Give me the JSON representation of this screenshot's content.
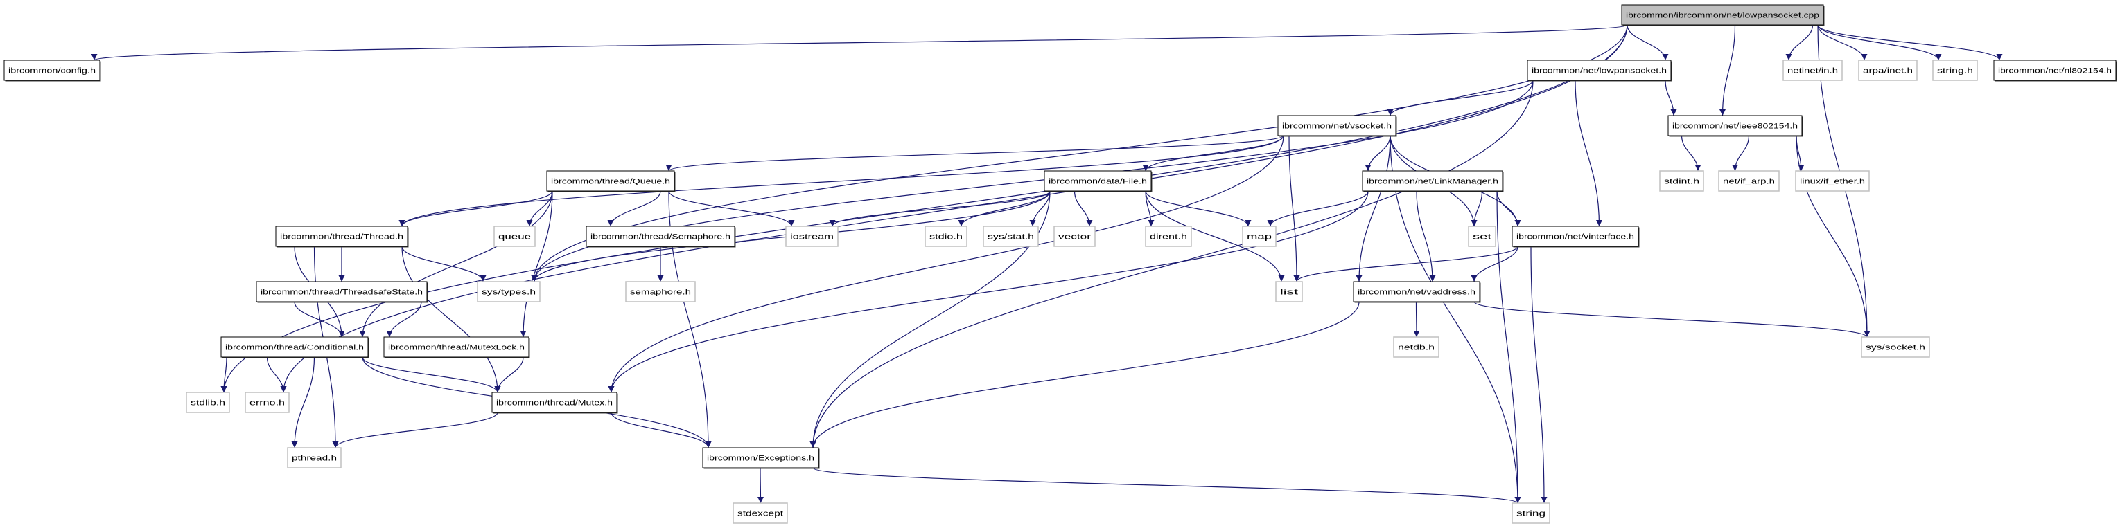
{
  "colors": {
    "edge": "#191970",
    "root_fill": "#bfbfbf",
    "documented_border": "#000000",
    "external_border": "#c0c0c0",
    "node_fill": "#ffffff"
  },
  "nodes": {
    "root": {
      "label": "ibrcommon/ibrcommon/net/lowpansocket.cpp",
      "kind": "root"
    },
    "config": {
      "label": "ibrcommon/config.h",
      "kind": "documented"
    },
    "lowpansocket_h": {
      "label": "ibrcommon/net/lowpansocket.h",
      "kind": "documented"
    },
    "netinet": {
      "label": "netinet/in.h",
      "kind": "external"
    },
    "arpa": {
      "label": "arpa/inet.h",
      "kind": "external"
    },
    "string_h": {
      "label": "string.h",
      "kind": "external"
    },
    "nl802154": {
      "label": "ibrcommon/net/nl802154.h",
      "kind": "documented"
    },
    "vsocket": {
      "label": "ibrcommon/net/vsocket.h",
      "kind": "documented"
    },
    "ieee": {
      "label": "ibrcommon/net/ieee802154.h",
      "kind": "documented"
    },
    "queue_h": {
      "label": "ibrcommon/thread/Queue.h",
      "kind": "documented"
    },
    "file": {
      "label": "ibrcommon/data/File.h",
      "kind": "documented"
    },
    "linkmgr": {
      "label": "ibrcommon/net/LinkManager.h",
      "kind": "documented"
    },
    "stdint": {
      "label": "stdint.h",
      "kind": "external"
    },
    "ifarp": {
      "label": "net/if_arp.h",
      "kind": "external"
    },
    "ifether": {
      "label": "linux/if_ether.h",
      "kind": "external"
    },
    "thread": {
      "label": "ibrcommon/thread/Thread.h",
      "kind": "documented"
    },
    "queue": {
      "label": "queue",
      "kind": "external"
    },
    "semaphore_h": {
      "label": "ibrcommon/thread/Semaphore.h",
      "kind": "documented"
    },
    "iostream": {
      "label": "iostream",
      "kind": "external"
    },
    "stdio": {
      "label": "stdio.h",
      "kind": "external"
    },
    "sysstat": {
      "label": "sys/stat.h",
      "kind": "external"
    },
    "vector": {
      "label": "vector",
      "kind": "external"
    },
    "dirent": {
      "label": "dirent.h",
      "kind": "external"
    },
    "map": {
      "label": "map",
      "kind": "external"
    },
    "set": {
      "label": "set",
      "kind": "external"
    },
    "vinterface": {
      "label": "ibrcommon/net/vinterface.h",
      "kind": "documented"
    },
    "threadsafe": {
      "label": "ibrcommon/thread/ThreadsafeState.h",
      "kind": "documented"
    },
    "systypes": {
      "label": "sys/types.h",
      "kind": "external"
    },
    "semaphore": {
      "label": "semaphore.h",
      "kind": "external"
    },
    "list": {
      "label": "list",
      "kind": "external"
    },
    "vaddress": {
      "label": "ibrcommon/net/vaddress.h",
      "kind": "documented"
    },
    "conditional": {
      "label": "ibrcommon/thread/Conditional.h",
      "kind": "documented"
    },
    "mutexlock": {
      "label": "ibrcommon/thread/MutexLock.h",
      "kind": "documented"
    },
    "netdb": {
      "label": "netdb.h",
      "kind": "external"
    },
    "syssocket": {
      "label": "sys/socket.h",
      "kind": "external"
    },
    "stdlib": {
      "label": "stdlib.h",
      "kind": "external"
    },
    "errno": {
      "label": "errno.h",
      "kind": "external"
    },
    "mutex": {
      "label": "ibrcommon/thread/Mutex.h",
      "kind": "documented"
    },
    "pthread": {
      "label": "pthread.h",
      "kind": "external"
    },
    "exceptions": {
      "label": "ibrcommon/Exceptions.h",
      "kind": "documented"
    },
    "stdexcept": {
      "label": "stdexcept",
      "kind": "external"
    },
    "string": {
      "label": "string",
      "kind": "external"
    }
  },
  "edges": [
    [
      "root",
      "config"
    ],
    [
      "root",
      "stdlib"
    ],
    [
      "root",
      "errno"
    ],
    [
      "root",
      "systypes"
    ],
    [
      "root",
      "lowpansocket_h"
    ],
    [
      "root",
      "ieee"
    ],
    [
      "root",
      "syssocket"
    ],
    [
      "root",
      "netinet"
    ],
    [
      "root",
      "arpa"
    ],
    [
      "root",
      "string_h"
    ],
    [
      "root",
      "nl802154"
    ],
    [
      "lowpansocket_h",
      "exceptions"
    ],
    [
      "lowpansocket_h",
      "vsocket"
    ],
    [
      "lowpansocket_h",
      "ieee"
    ],
    [
      "lowpansocket_h",
      "vinterface"
    ],
    [
      "lowpansocket_h",
      "systypes"
    ],
    [
      "ieee",
      "stdint"
    ],
    [
      "ieee",
      "ifarp"
    ],
    [
      "ieee",
      "ifether"
    ],
    [
      "ieee",
      "syssocket"
    ],
    [
      "vsocket",
      "thread"
    ],
    [
      "vsocket",
      "queue_h"
    ],
    [
      "vsocket",
      "file"
    ],
    [
      "vsocket",
      "linkmgr"
    ],
    [
      "vsocket",
      "list"
    ],
    [
      "vsocket",
      "set"
    ],
    [
      "vsocket",
      "vinterface"
    ],
    [
      "vsocket",
      "vaddress"
    ],
    [
      "vsocket",
      "string"
    ],
    [
      "vsocket",
      "mutex"
    ],
    [
      "queue_h",
      "thread"
    ],
    [
      "queue_h",
      "queue"
    ],
    [
      "queue_h",
      "semaphore_h"
    ],
    [
      "queue_h",
      "iostream"
    ],
    [
      "queue_h",
      "exceptions"
    ],
    [
      "queue_h",
      "conditional"
    ],
    [
      "queue_h",
      "mutexlock"
    ],
    [
      "thread",
      "threadsafe"
    ],
    [
      "thread",
      "conditional"
    ],
    [
      "thread",
      "systypes"
    ],
    [
      "thread",
      "mutex"
    ],
    [
      "thread",
      "pthread"
    ],
    [
      "threadsafe",
      "conditional"
    ],
    [
      "threadsafe",
      "mutexlock"
    ],
    [
      "semaphore_h",
      "semaphore"
    ],
    [
      "conditional",
      "stdlib"
    ],
    [
      "conditional",
      "errno"
    ],
    [
      "conditional",
      "pthread"
    ],
    [
      "conditional",
      "mutex"
    ],
    [
      "conditional",
      "exceptions"
    ],
    [
      "mutexlock",
      "mutex"
    ],
    [
      "mutex",
      "pthread"
    ],
    [
      "mutex",
      "exceptions"
    ],
    [
      "file",
      "iostream"
    ],
    [
      "file",
      "systypes"
    ],
    [
      "file",
      "stdio"
    ],
    [
      "file",
      "sysstat"
    ],
    [
      "file",
      "vector"
    ],
    [
      "file",
      "exceptions"
    ],
    [
      "file",
      "dirent"
    ],
    [
      "file",
      "map"
    ],
    [
      "file",
      "list"
    ],
    [
      "linkmgr",
      "map"
    ],
    [
      "linkmgr",
      "set"
    ],
    [
      "linkmgr",
      "vinterface"
    ],
    [
      "linkmgr",
      "vaddress"
    ],
    [
      "linkmgr",
      "string"
    ],
    [
      "linkmgr",
      "mutex"
    ],
    [
      "vinterface",
      "list"
    ],
    [
      "vinterface",
      "vaddress"
    ],
    [
      "vinterface",
      "string"
    ],
    [
      "vaddress",
      "netdb"
    ],
    [
      "vaddress",
      "syssocket"
    ],
    [
      "vaddress",
      "exceptions"
    ],
    [
      "exceptions",
      "stdexcept"
    ],
    [
      "exceptions",
      "string"
    ]
  ]
}
